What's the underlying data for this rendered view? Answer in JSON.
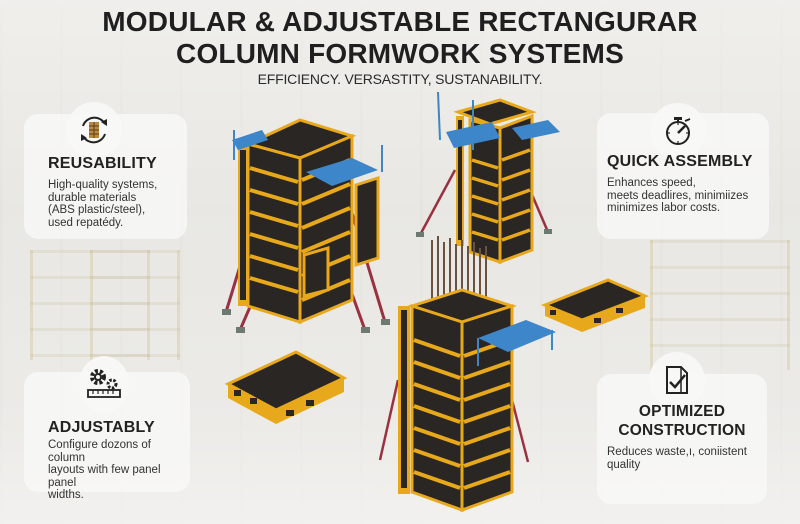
{
  "header": {
    "title_line1": "MODULAR & ADJUSTABLE RECTANGURAR",
    "title_line2": "COLUMN FORMWORK SYSTEMS",
    "subtitle": "EFFICIENCY. VERSASTITY, SUSTANABILITY."
  },
  "features": {
    "reusability": {
      "icon": "recycle-panel-icon",
      "title": "REUSABILITY",
      "desc_lines": [
        "High-quality systems,",
        "durable materials",
        "(ABS plastic/steel),",
        "used repatédy."
      ]
    },
    "quick_assembly": {
      "icon": "stopwatch-icon",
      "title": "QUICK ASSEMBLY",
      "desc_lines": [
        "Enhances speed,",
        "meets deadlires, minimiizes",
        "minimizes labor costs."
      ]
    },
    "adjustably": {
      "icon": "gears-ruler-icon",
      "title": "ADJUSTABLY",
      "desc_lines": [
        "Configure dozons of column",
        "layouts with few panel panel",
        "widths."
      ]
    },
    "optimized": {
      "icon": "checklist-icon",
      "title_lines": [
        "OPTIMIZED",
        "CONSTRUCTION"
      ],
      "desc_lines": [
        "Reduces waste,ı, coniistent",
        "quality"
      ]
    }
  },
  "colors": {
    "frame_yellow": "#e8a81c",
    "frame_edge": "#b77a10",
    "panel_dark": "#2a2624",
    "platform_blue": "#3d86c9",
    "brace_red": "#9a3040",
    "rebar": "#6b5240",
    "text_dark": "#1f1f1f"
  }
}
